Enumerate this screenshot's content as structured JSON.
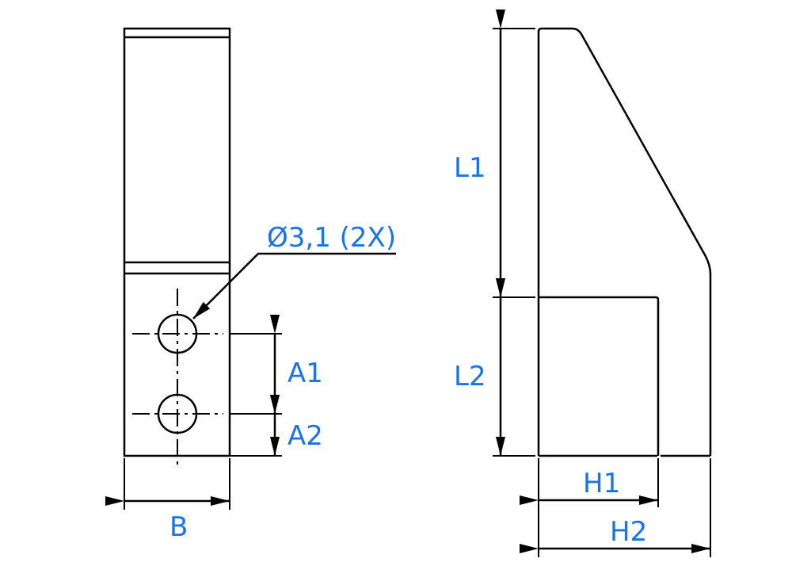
{
  "colors": {
    "outline": "#000000",
    "label": "#1a73e8",
    "background": "#ffffff"
  },
  "labels": {
    "hole_callout": "Ø3,1 (2X)",
    "a1": "A1",
    "a2": "A2",
    "b": "B",
    "l1": "L1",
    "l2": "L2",
    "h1": "H1",
    "h2": "H2"
  }
}
